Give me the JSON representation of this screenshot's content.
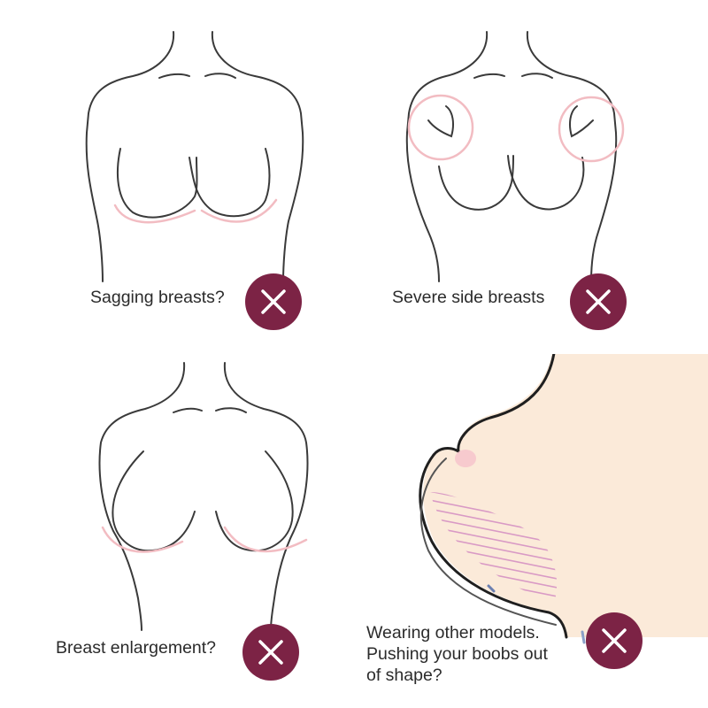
{
  "panels": [
    {
      "caption": "Sagging breasts?",
      "badge_icon": "x-mark-icon"
    },
    {
      "caption": "Severe side breasts",
      "badge_icon": "x-mark-icon"
    },
    {
      "caption": "Breast enlargement?",
      "badge_icon": "x-mark-icon"
    },
    {
      "caption_lines": [
        "Wearing other models.",
        "Pushing your boobs out",
        "of shape?"
      ],
      "badge_icon": "x-mark-icon"
    }
  ],
  "colors": {
    "badge": "#7c2345",
    "outline": "#3a3a3a",
    "highlight": "#f2bcc2",
    "skin": "#fbead9",
    "hatch": "#d99ac5"
  }
}
